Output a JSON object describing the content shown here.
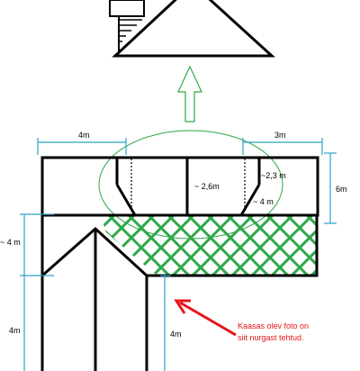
{
  "labels": {
    "top_left_width": "4m",
    "top_right_width": "3m",
    "middle_width": "~ 2,6m",
    "right_depth": "~2,3 m",
    "right_inner_width": "~ 4 m",
    "right_height": "6m",
    "left_height_top": "~ 4 m",
    "left_height_bottom": "4m",
    "center_height_bottom": "4m"
  },
  "note": {
    "line1": "Kaasas olev foto on",
    "line2": "siit nurgast tehtud."
  },
  "colors": {
    "dimension": "#2fa0c8",
    "hatch": "#2fa84a",
    "ellipse": "#2fa84a",
    "arrow_up": "#2fa84a",
    "note": "#e8141b",
    "outline": "#000000"
  }
}
